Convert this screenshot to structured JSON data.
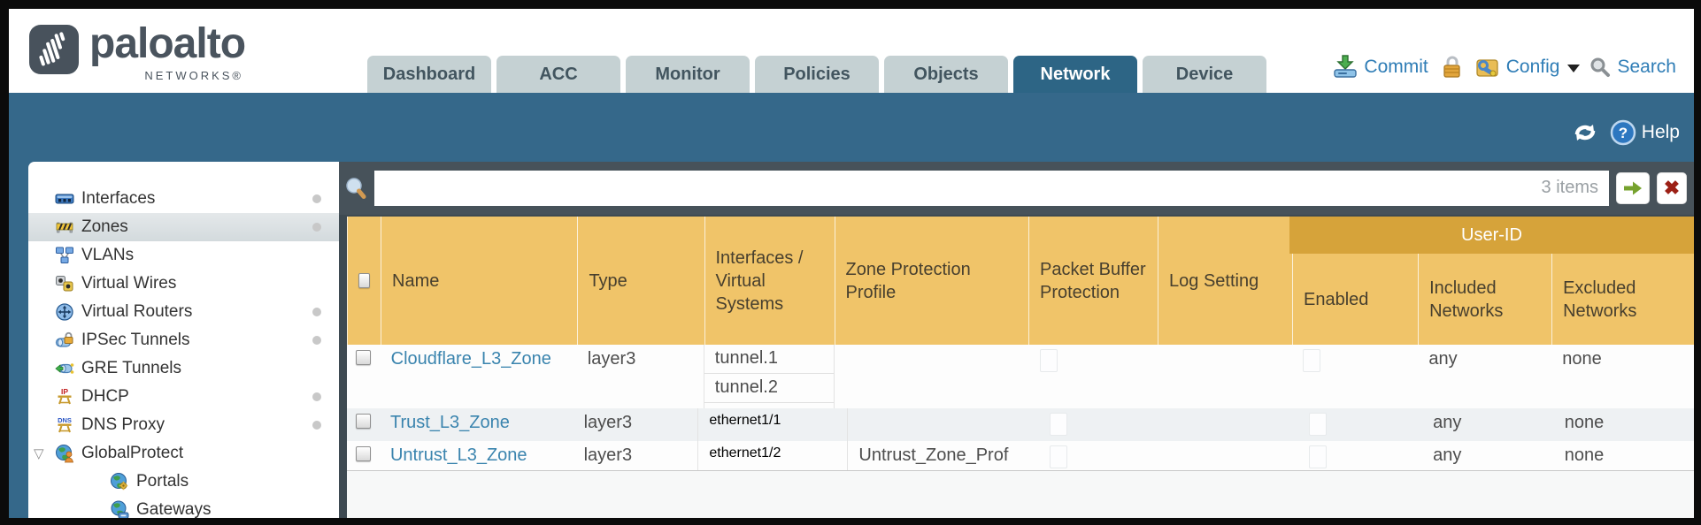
{
  "header": {
    "brand": {
      "name": "paloalto",
      "sub": "NETWORKS®"
    },
    "tabs": [
      {
        "label": "Dashboard",
        "active": false
      },
      {
        "label": "ACC",
        "active": false
      },
      {
        "label": "Monitor",
        "active": false
      },
      {
        "label": "Policies",
        "active": false
      },
      {
        "label": "Objects",
        "active": false
      },
      {
        "label": "Network",
        "active": true
      },
      {
        "label": "Device",
        "active": false
      }
    ],
    "toolbar": {
      "commit": "Commit",
      "config": "Config",
      "search": "Search"
    }
  },
  "banner": {
    "help_label": "Help"
  },
  "filter": {
    "query": "",
    "items_count": "3 items"
  },
  "sidebar": {
    "items": [
      {
        "label": "Interfaces",
        "icon": "interfaces-icon",
        "has_dot": true,
        "selected": false
      },
      {
        "label": "Zones",
        "icon": "zones-icon",
        "has_dot": true,
        "selected": true
      },
      {
        "label": "VLANs",
        "icon": "vlans-icon",
        "has_dot": false
      },
      {
        "label": "Virtual Wires",
        "icon": "virtual-wires-icon",
        "has_dot": false
      },
      {
        "label": "Virtual Routers",
        "icon": "virtual-routers-icon",
        "has_dot": true
      },
      {
        "label": "IPSec Tunnels",
        "icon": "ipsec-tunnels-icon",
        "has_dot": true
      },
      {
        "label": "GRE Tunnels",
        "icon": "gre-tunnels-icon",
        "has_dot": false
      },
      {
        "label": "DHCP",
        "icon": "dhcp-icon",
        "has_dot": true
      },
      {
        "label": "DNS Proxy",
        "icon": "dns-proxy-icon",
        "has_dot": true
      },
      {
        "label": "GlobalProtect",
        "icon": "globalprotect-icon",
        "expandable": true,
        "expanded": true
      },
      {
        "label": "Portals",
        "icon": "portals-icon",
        "child": true
      },
      {
        "label": "Gateways",
        "icon": "gateways-icon",
        "child": true
      }
    ]
  },
  "table": {
    "group_header": "User-ID",
    "columns": {
      "name": "Name",
      "type": "Type",
      "interfaces": "Interfaces / Virtual Systems",
      "zpp": "Zone Protection Profile",
      "pbp": "Packet Buffer Protection",
      "log": "Log Setting",
      "enabled": "Enabled",
      "included": "Included Networks",
      "excluded": "Excluded Networks"
    },
    "rows": [
      {
        "name": "Cloudflare_L3_Zone",
        "type": "layer3",
        "interfaces": [
          "tunnel.1",
          "tunnel.2"
        ],
        "zone_protection_profile": "",
        "log_setting": "",
        "included_networks": "any",
        "excluded_networks": "none"
      },
      {
        "name": "Trust_L3_Zone",
        "type": "layer3",
        "interfaces": [
          "ethernet1/1"
        ],
        "zone_protection_profile": "",
        "log_setting": "",
        "included_networks": "any",
        "excluded_networks": "none"
      },
      {
        "name": "Untrust_L3_Zone",
        "type": "layer3",
        "interfaces": [
          "ethernet1/2"
        ],
        "zone_protection_profile": "Untrust_Zone_Prof",
        "log_setting": "",
        "included_networks": "any",
        "excluded_networks": "none"
      }
    ]
  },
  "colors": {
    "teal_band": "#35688a",
    "active_tab": "#2d6585",
    "amber_header": "#f0c469",
    "amber_group_band": "#d6a33a",
    "slate_filter_bar": "#47525a",
    "link_blue": "#3a84ae"
  }
}
